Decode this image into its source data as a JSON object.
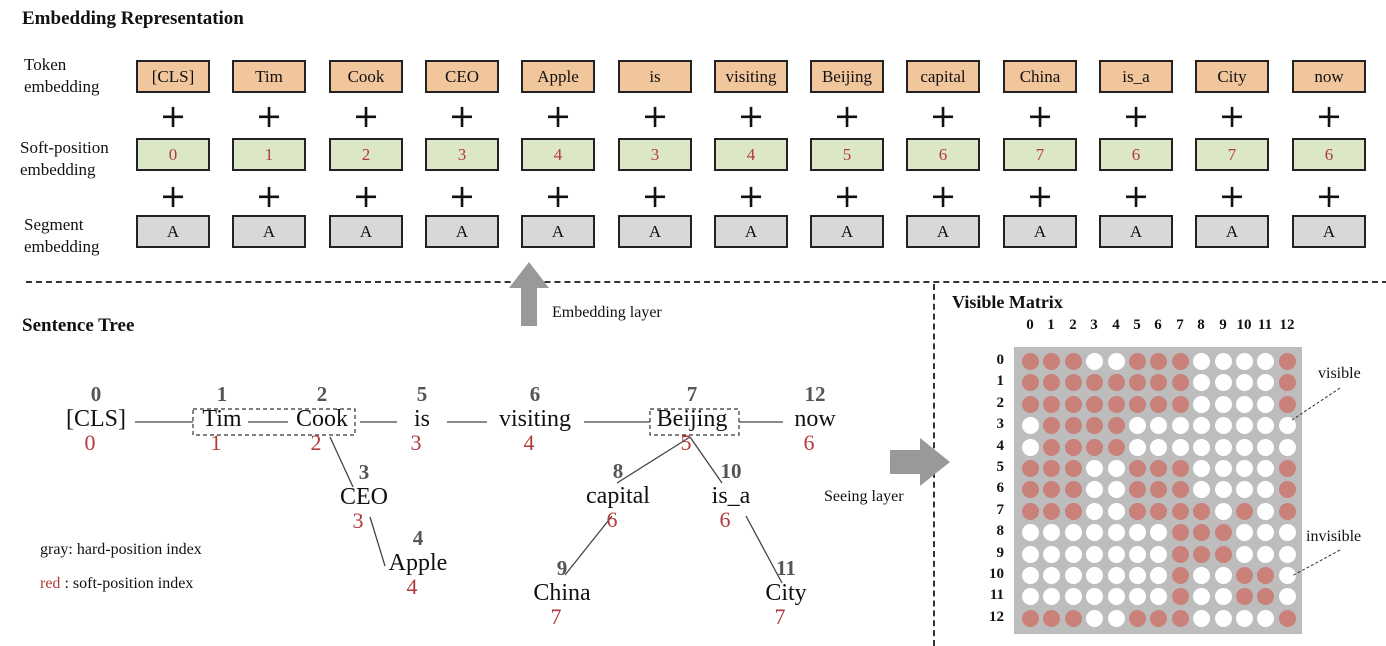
{
  "embedding": {
    "title": "Embedding Representation",
    "labels": {
      "token": [
        "Token",
        "embedding"
      ],
      "soft": [
        "Soft-position",
        "embedding"
      ],
      "segment": [
        "Segment",
        "embedding"
      ]
    },
    "tokens": [
      "[CLS]",
      "Tim",
      "Cook",
      "CEO",
      "Apple",
      "is",
      "visiting",
      "Beijing",
      "capital",
      "China",
      "is_a",
      "City",
      "now"
    ],
    "soft_positions": [
      "0",
      "1",
      "2",
      "3",
      "4",
      "3",
      "4",
      "5",
      "6",
      "7",
      "6",
      "7",
      "6"
    ],
    "segments": [
      "A",
      "A",
      "A",
      "A",
      "A",
      "A",
      "A",
      "A",
      "A",
      "A",
      "A",
      "A",
      "A"
    ],
    "plus": "+"
  },
  "embedding_layer_label": "Embedding layer",
  "seeing_layer_label": "Seeing layer",
  "tree": {
    "title": "Sentence Tree",
    "nodes": [
      {
        "word": "[CLS]",
        "hard": "0",
        "soft": "0"
      },
      {
        "word": "Tim",
        "hard": "1",
        "soft": "1"
      },
      {
        "word": "Cook",
        "hard": "2",
        "soft": "2"
      },
      {
        "word": "is",
        "hard": "5",
        "soft": "3"
      },
      {
        "word": "visiting",
        "hard": "6",
        "soft": "4"
      },
      {
        "word": "Beijing",
        "hard": "7",
        "soft": "5"
      },
      {
        "word": "now",
        "hard": "12",
        "soft": "6"
      },
      {
        "word": "CEO",
        "hard": "3",
        "soft": "3"
      },
      {
        "word": "Apple",
        "hard": "4",
        "soft": "4"
      },
      {
        "word": "capital",
        "hard": "8",
        "soft": "6"
      },
      {
        "word": "is_a",
        "hard": "10",
        "soft": "6"
      },
      {
        "word": "China",
        "hard": "9",
        "soft": "7"
      },
      {
        "word": "City",
        "hard": "11",
        "soft": "7"
      }
    ],
    "legend_gray": "gray: hard-position index",
    "legend_red_word": "red",
    "legend_red_rest": " : soft-position index"
  },
  "matrix": {
    "title": "Visible Matrix",
    "col_labels": [
      "0",
      "1",
      "2",
      "3",
      "4",
      "5",
      "6",
      "7",
      "8",
      "9",
      "10",
      "11",
      "12"
    ],
    "row_labels": [
      "0",
      "1",
      "2",
      "3",
      "4",
      "5",
      "6",
      "7",
      "8",
      "9",
      "10",
      "11",
      "12"
    ],
    "visible_label": "visible",
    "invisible_label": "invisible",
    "rows": [
      [
        1,
        1,
        1,
        0,
        0,
        1,
        1,
        1,
        0,
        0,
        0,
        0,
        1
      ],
      [
        1,
        1,
        1,
        1,
        1,
        1,
        1,
        1,
        0,
        0,
        0,
        0,
        1
      ],
      [
        1,
        1,
        1,
        1,
        1,
        1,
        1,
        1,
        0,
        0,
        0,
        0,
        1
      ],
      [
        0,
        1,
        1,
        1,
        1,
        0,
        0,
        0,
        0,
        0,
        0,
        0,
        0
      ],
      [
        0,
        1,
        1,
        1,
        1,
        0,
        0,
        0,
        0,
        0,
        0,
        0,
        0
      ],
      [
        1,
        1,
        1,
        0,
        0,
        1,
        1,
        1,
        0,
        0,
        0,
        0,
        1
      ],
      [
        1,
        1,
        1,
        0,
        0,
        1,
        1,
        1,
        0,
        0,
        0,
        0,
        1
      ],
      [
        1,
        1,
        1,
        0,
        0,
        1,
        1,
        1,
        1,
        0,
        1,
        0,
        1
      ],
      [
        0,
        0,
        0,
        0,
        0,
        0,
        0,
        1,
        1,
        1,
        0,
        0,
        0
      ],
      [
        0,
        0,
        0,
        0,
        0,
        0,
        0,
        1,
        1,
        1,
        0,
        0,
        0
      ],
      [
        0,
        0,
        0,
        0,
        0,
        0,
        0,
        1,
        0,
        0,
        1,
        1,
        0
      ],
      [
        0,
        0,
        0,
        0,
        0,
        0,
        0,
        1,
        0,
        0,
        1,
        1,
        0
      ],
      [
        1,
        1,
        1,
        0,
        0,
        1,
        1,
        1,
        0,
        0,
        0,
        0,
        1
      ]
    ],
    "visible_color": "#c9817a",
    "invisible_color": "#ffffff",
    "background_color": "#bdbdbd"
  }
}
